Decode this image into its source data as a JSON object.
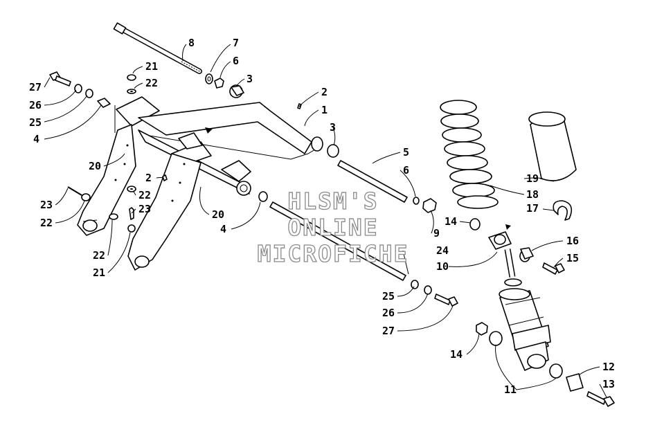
{
  "watermark": {
    "line1": "HLSM'S",
    "line2": "ONLINE",
    "line3": "MICROFICHE"
  },
  "callouts": [
    {
      "id": "c8",
      "text": "8"
    },
    {
      "id": "c7",
      "text": "7"
    },
    {
      "id": "c6a",
      "text": "6"
    },
    {
      "id": "c3a",
      "text": "3"
    },
    {
      "id": "c21a",
      "text": "21"
    },
    {
      "id": "c22a",
      "text": "22"
    },
    {
      "id": "c27a",
      "text": "27"
    },
    {
      "id": "c26a",
      "text": "26"
    },
    {
      "id": "c25a",
      "text": "25"
    },
    {
      "id": "c4a",
      "text": "4"
    },
    {
      "id": "c2a",
      "text": "2"
    },
    {
      "id": "c1",
      "text": "1"
    },
    {
      "id": "c3b",
      "text": "3"
    },
    {
      "id": "c20a",
      "text": "20"
    },
    {
      "id": "c2b",
      "text": "2"
    },
    {
      "id": "c22b",
      "text": "22"
    },
    {
      "id": "c23a",
      "text": "23"
    },
    {
      "id": "c23b",
      "text": "23"
    },
    {
      "id": "c22c",
      "text": "22"
    },
    {
      "id": "c20b",
      "text": "20"
    },
    {
      "id": "c4b",
      "text": "4"
    },
    {
      "id": "c22d",
      "text": "22"
    },
    {
      "id": "c21b",
      "text": "21"
    },
    {
      "id": "c5",
      "text": "5"
    },
    {
      "id": "c6b",
      "text": "6"
    },
    {
      "id": "c9",
      "text": "9"
    },
    {
      "id": "c24",
      "text": "24"
    },
    {
      "id": "c10",
      "text": "10"
    },
    {
      "id": "c25b",
      "text": "25"
    },
    {
      "id": "c26b",
      "text": "26"
    },
    {
      "id": "c27b",
      "text": "27"
    },
    {
      "id": "c14a",
      "text": "14"
    },
    {
      "id": "c16",
      "text": "16"
    },
    {
      "id": "c15",
      "text": "15"
    },
    {
      "id": "c17",
      "text": "17"
    },
    {
      "id": "c18",
      "text": "18"
    },
    {
      "id": "c19",
      "text": "19"
    },
    {
      "id": "c14b",
      "text": "14"
    },
    {
      "id": "c11",
      "text": "11"
    },
    {
      "id": "c12",
      "text": "12"
    },
    {
      "id": "c13",
      "text": "13"
    }
  ]
}
